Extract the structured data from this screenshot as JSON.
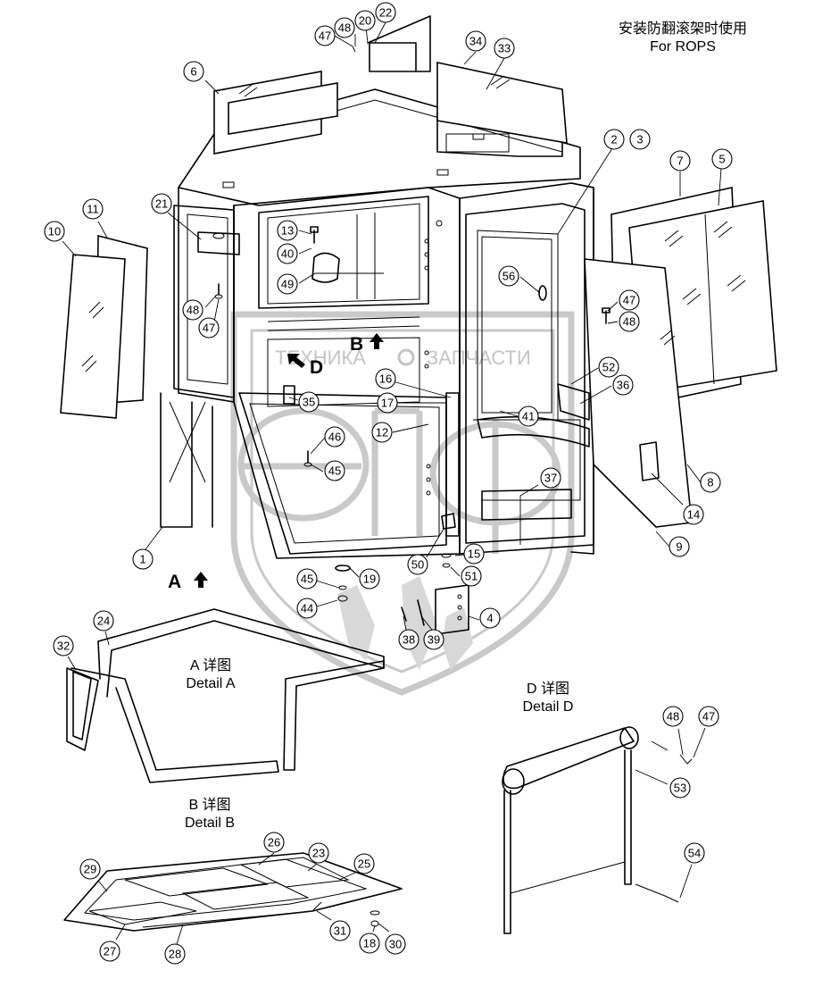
{
  "header_note": {
    "line_cn": "安装防翻滚架时使用",
    "line_en": "For ROPS"
  },
  "view_labels": {
    "a": "A",
    "b": "B",
    "d": "D"
  },
  "details": {
    "a_cn": "A 详图",
    "a_en": "Detail A",
    "b_cn": "B 详图",
    "b_en": "Detail B",
    "d_cn": "D 详图",
    "d_en": "Detail D"
  },
  "watermark": {
    "left": "ТЕХНИКА",
    "right": "ЗАПЧАСТИ"
  },
  "callouts": {
    "c1": "1",
    "c2": "2",
    "c3": "3",
    "c4": "4",
    "c5": "5",
    "c6": "6",
    "c7": "7",
    "c8": "8",
    "c9": "9",
    "c10": "10",
    "c11": "11",
    "c12": "12",
    "c13": "13",
    "c14": "14",
    "c15": "15",
    "c16": "16",
    "c17": "17",
    "c18": "18",
    "c19": "19",
    "c20": "20",
    "c21": "21",
    "c22": "22",
    "c23": "23",
    "c24": "24",
    "c25": "25",
    "c26": "26",
    "c27": "27",
    "c28": "28",
    "c29": "29",
    "c30": "30",
    "c31": "31",
    "c32": "32",
    "c33": "33",
    "c34": "34",
    "c35": "35",
    "c36": "36",
    "c37": "37",
    "c38": "38",
    "c39": "39",
    "c40": "40",
    "c41": "41",
    "c44": "44",
    "c45a": "45",
    "c45b": "45",
    "c46": "46",
    "c47a": "47",
    "c47b": "47",
    "c47c": "47",
    "c47d": "47",
    "c48a": "48",
    "c48b": "48",
    "c48c": "48",
    "c48d": "48",
    "c49": "49",
    "c50": "50",
    "c51": "51",
    "c52": "52",
    "c53": "53",
    "c54": "54",
    "c56": "56"
  }
}
